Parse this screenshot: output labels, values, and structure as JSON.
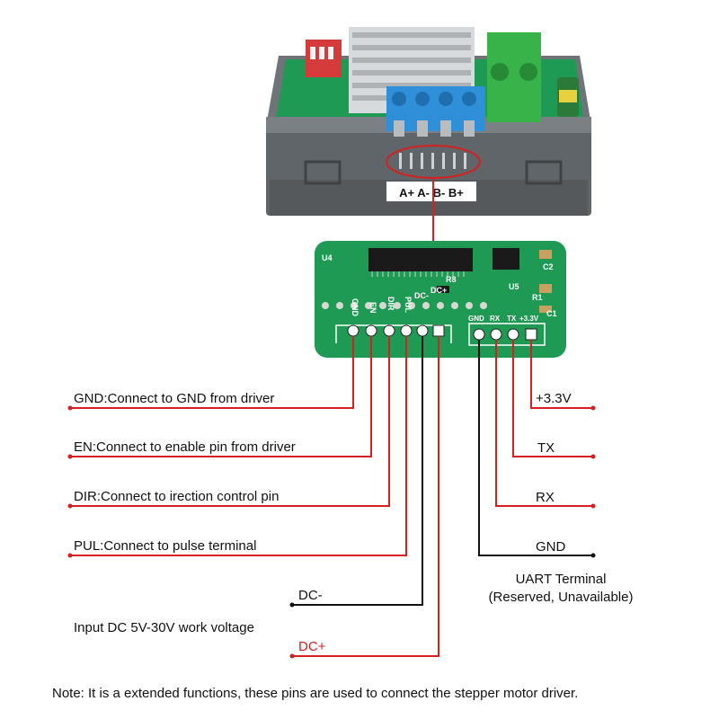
{
  "colors": {
    "red_wire": "#d42020",
    "black_wire": "#111111",
    "pcb_green": "#1f9a55",
    "case_grey": "#5f6568",
    "terminal_blue": "#2f8fd8",
    "terminal_green": "#37b34a"
  },
  "module": {
    "terminal_label": "A+ A- B- B+"
  },
  "pcb": {
    "silk_u4": "U4",
    "silk_u5": "U5",
    "silk_r8": "R8",
    "silk_c2": "C2",
    "silk_c1": "C1",
    "silk_r1": "R1",
    "silk_pins_left": [
      "GND",
      "EN",
      "DIR",
      "PUL",
      "DC-",
      "DC+"
    ],
    "silk_pins_right": [
      "GND",
      "RX",
      "TX",
      "+3.3V"
    ]
  },
  "left_pins": {
    "gnd": "GND:Connect to GND from driver",
    "en": "EN:Connect to enable pin from driver",
    "dir": "DIR:Connect to irection control pin",
    "pul": "PUL:Connect to pulse terminal",
    "dc_minus": "DC-",
    "input_note": "Input DC 5V-30V work voltage",
    "dc_plus": "DC+"
  },
  "right_pins": {
    "v33": "+3.3V",
    "tx": "TX",
    "rx": "RX",
    "gnd": "GND",
    "uart_title": "UART Terminal",
    "uart_sub": "(Reserved, Unavailable)"
  },
  "note": "Note: It is a extended functions, these pins are used to connect the stepper motor driver."
}
